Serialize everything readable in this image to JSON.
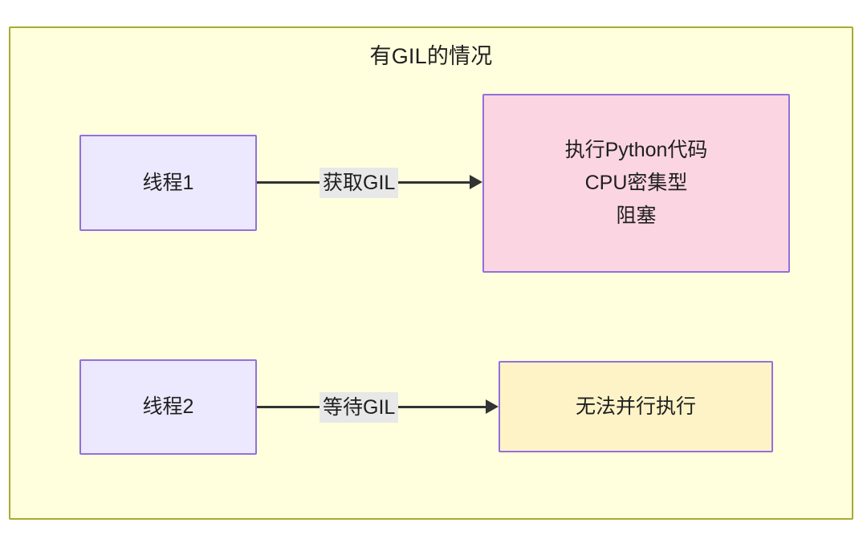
{
  "diagram": {
    "title": "有GIL的情况",
    "background_color": "#ffffde",
    "border_color": "#aaaa33",
    "nodes": [
      {
        "id": "thread1",
        "lines": [
          "线程1"
        ],
        "fill": "#ece8fd",
        "stroke": "#9370db"
      },
      {
        "id": "exec",
        "lines": [
          "执行Python代码",
          "CPU密集型",
          "阻塞"
        ],
        "fill": "#fcd5e2",
        "stroke": "#9370db"
      },
      {
        "id": "thread2",
        "lines": [
          "线程2"
        ],
        "fill": "#ece8fd",
        "stroke": "#9370db"
      },
      {
        "id": "block",
        "lines": [
          "无法并行执行"
        ],
        "fill": "#fdf3c7",
        "stroke": "#9370db"
      }
    ],
    "edges": [
      {
        "id": "edge1",
        "from": "thread1",
        "to": "exec",
        "label": "获取GIL",
        "label_bg": "#e8e8e8",
        "color": "#333333"
      },
      {
        "id": "edge2",
        "from": "thread2",
        "to": "block",
        "label": "等待GIL",
        "label_bg": "#e8e8e8",
        "color": "#333333"
      }
    ]
  }
}
